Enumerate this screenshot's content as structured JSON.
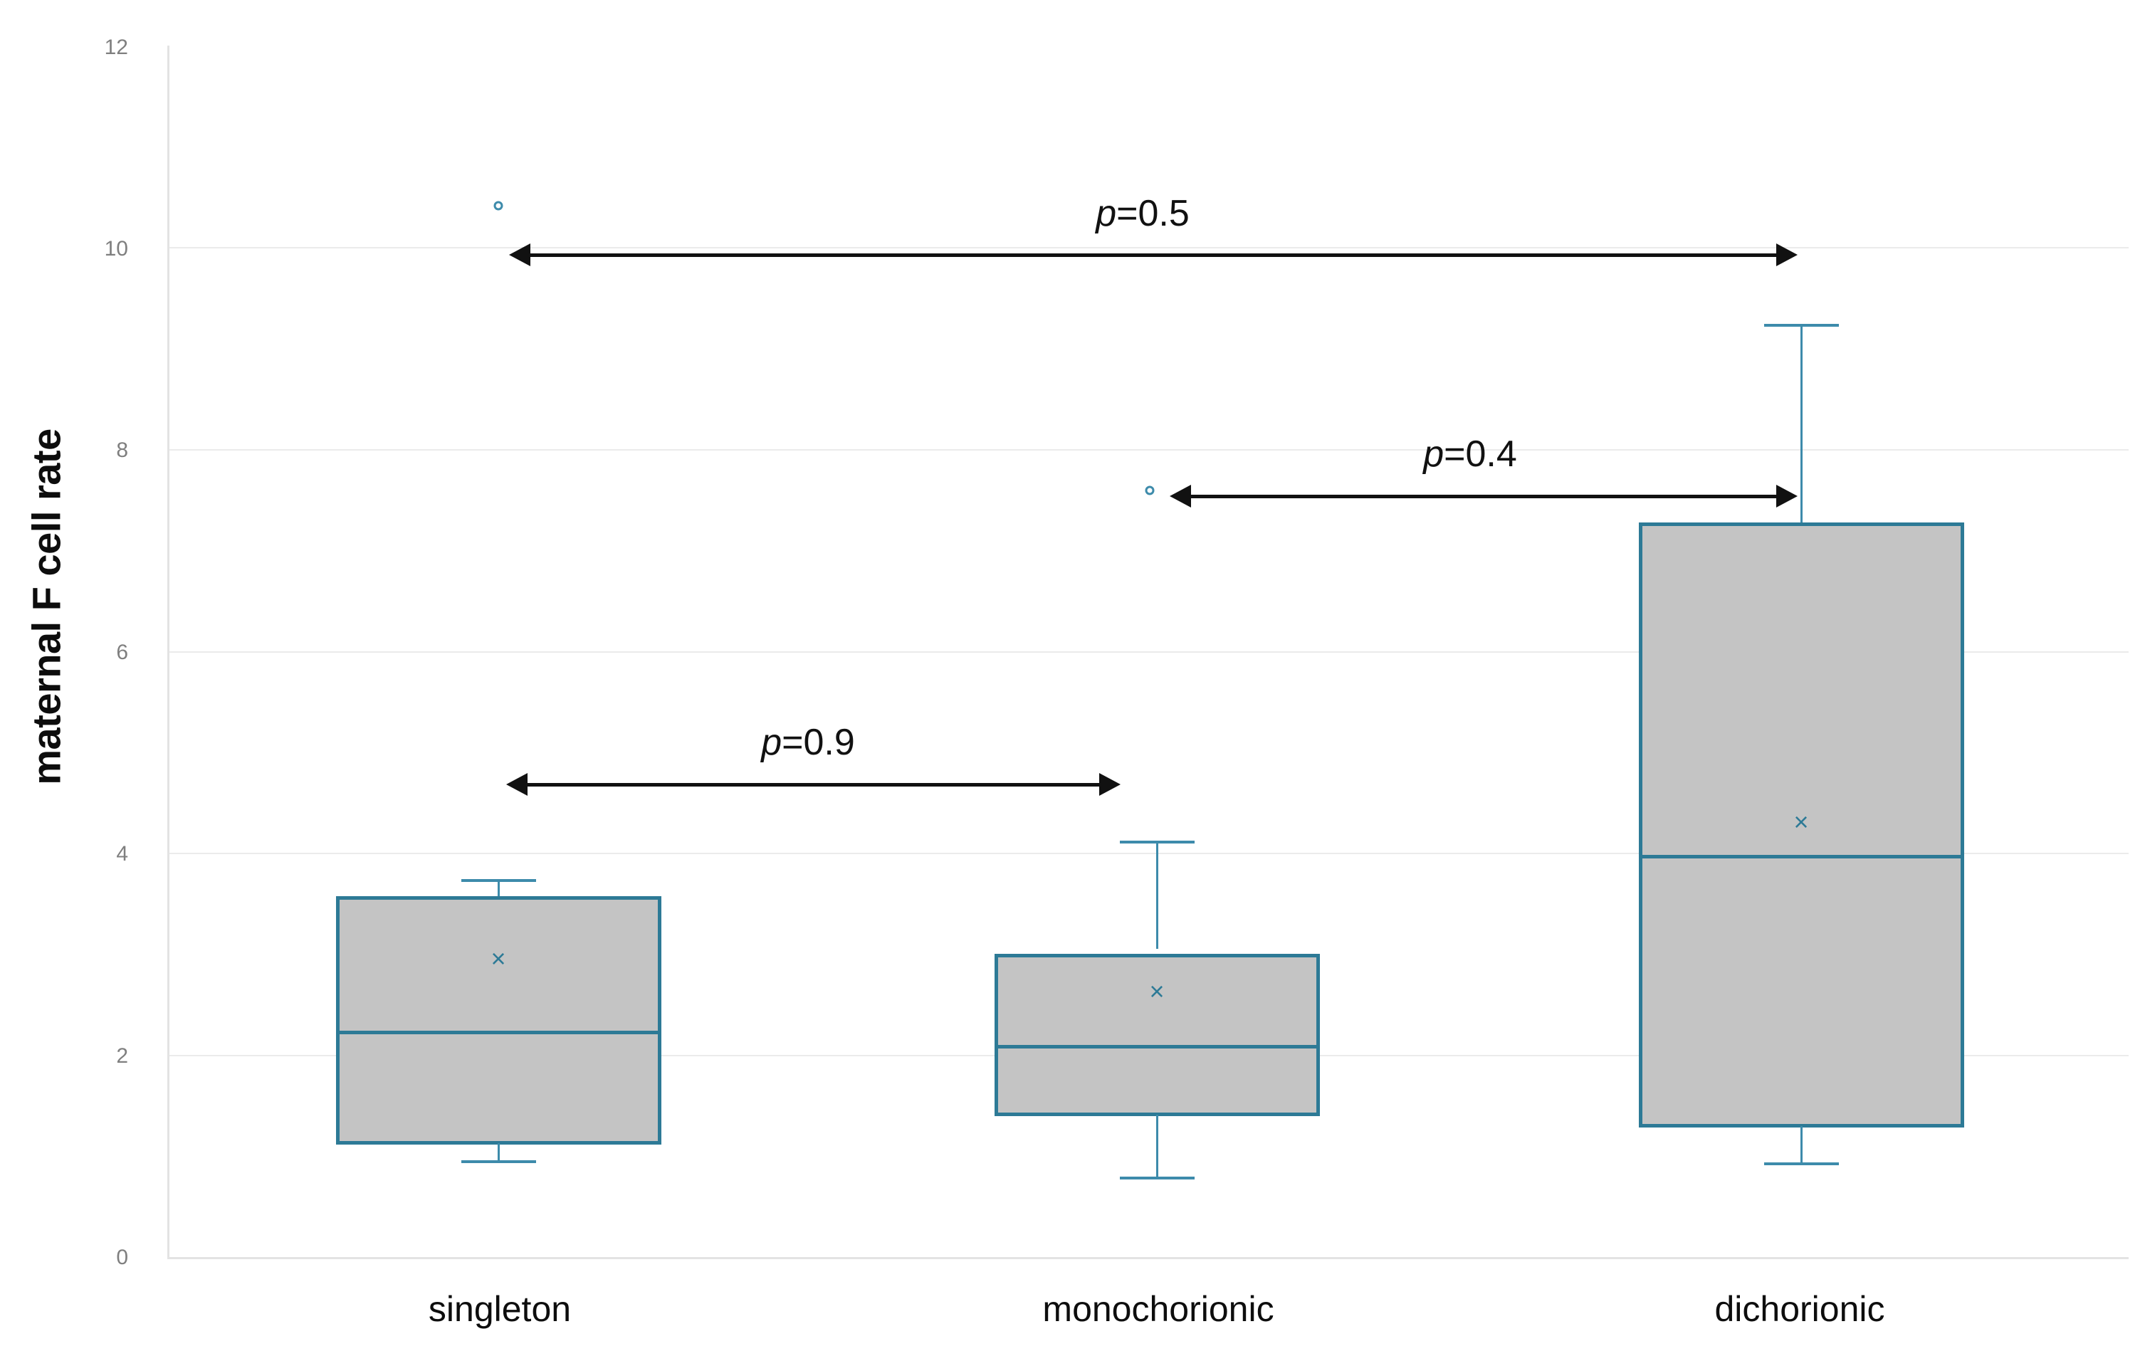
{
  "chart_data": {
    "type": "box",
    "title": "",
    "xlabel": "",
    "ylabel": "maternal F cell rate",
    "ylim": [
      0,
      12
    ],
    "yticks": [
      0,
      2,
      4,
      6,
      8,
      10,
      12
    ],
    "ytick_labels": [
      "0",
      "2",
      "4",
      "6",
      "8",
      "10",
      "12"
    ],
    "grid": true,
    "legend": "none",
    "categories": [
      "singleton",
      "monochorionic",
      "dichorionic"
    ],
    "boxes": [
      {
        "category": "singleton",
        "whisker_low": 0.96,
        "q1": 1.13,
        "median": 2.23,
        "q3": 3.56,
        "whisker_high": 3.74,
        "mean": 2.96,
        "outliers": [
          10.42
        ]
      },
      {
        "category": "monochorionic",
        "whisker_low": 0.8,
        "q1": 1.41,
        "median": 2.09,
        "q3": 2.99,
        "whisker_high": 4.12,
        "mean": 2.64,
        "outliers": [
          7.6
        ]
      },
      {
        "category": "dichorionic",
        "whisker_low": 0.94,
        "q1": 1.3,
        "median": 3.97,
        "q3": 7.27,
        "whisker_high": 9.24,
        "mean": 4.26,
        "outliers": []
      }
    ],
    "annotations": [
      {
        "id": "p-singleton-vs-dichorionic",
        "label_prefix": "p",
        "label_suffix": "=0.5",
        "value": 0.5,
        "from": "singleton",
        "to": "dichorionic",
        "y_value": 10.0
      },
      {
        "id": "p-monochorionic-vs-dichorionic",
        "label_prefix": "p",
        "label_suffix": "=0.4",
        "value": 0.4,
        "from": "monochorionic",
        "to": "dichorionic",
        "y_value": 7.55
      },
      {
        "id": "p-singleton-vs-monochorionic",
        "label_prefix": "p",
        "label_suffix": "=0.9",
        "value": 0.9,
        "from": "singleton",
        "to": "monochorionic",
        "y_value": 4.77
      }
    ]
  },
  "axis": {
    "y_title": "maternal F cell rate",
    "tick_12": "12",
    "tick_10": "10",
    "tick_8": "8",
    "tick_6": "6",
    "tick_4": "4",
    "tick_2": "2",
    "tick_0": "0"
  },
  "xaxis": {
    "cat_0": "singleton",
    "cat_1": "monochorionic",
    "cat_2": "dichorionic"
  },
  "significance": {
    "p05_prefix": "p",
    "p05_suffix": "=0.5",
    "p04_prefix": "p",
    "p04_suffix": "=0.4",
    "p09_prefix": "p",
    "p09_suffix": "=0.9"
  },
  "colors": {
    "box_fill": "#c4c4c4",
    "box_edge": "#2d7a96",
    "whisker": "#3d8bab",
    "gridline": "#ebebeb",
    "tick_text": "#7f7f7f",
    "annotation": "#111111"
  }
}
